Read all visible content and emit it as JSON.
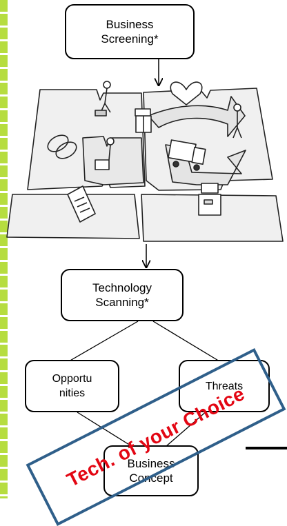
{
  "nodes": {
    "business_screening": "Business\nScreening*",
    "technology_scanning": "Technology\nScanning*",
    "opportunities": "Opportu\nnities",
    "threats": "Threats",
    "business_concept": "Business\nConcept"
  },
  "stamp": {
    "text": "Tech. of your Choice",
    "border_color": "#2f5f8a",
    "text_color": "#e30613"
  },
  "colors": {
    "left_bar": "#b6dd3f",
    "canvas_fill": "#f0f0f0",
    "ink": "#000000"
  },
  "illustration": {
    "icons": [
      "person-icon",
      "gift-icon",
      "heart-icon",
      "customer-icon",
      "chain-links-icon",
      "hand-truck-icon",
      "delivery-truck-icon",
      "document-icon",
      "cash-register-icon"
    ]
  }
}
